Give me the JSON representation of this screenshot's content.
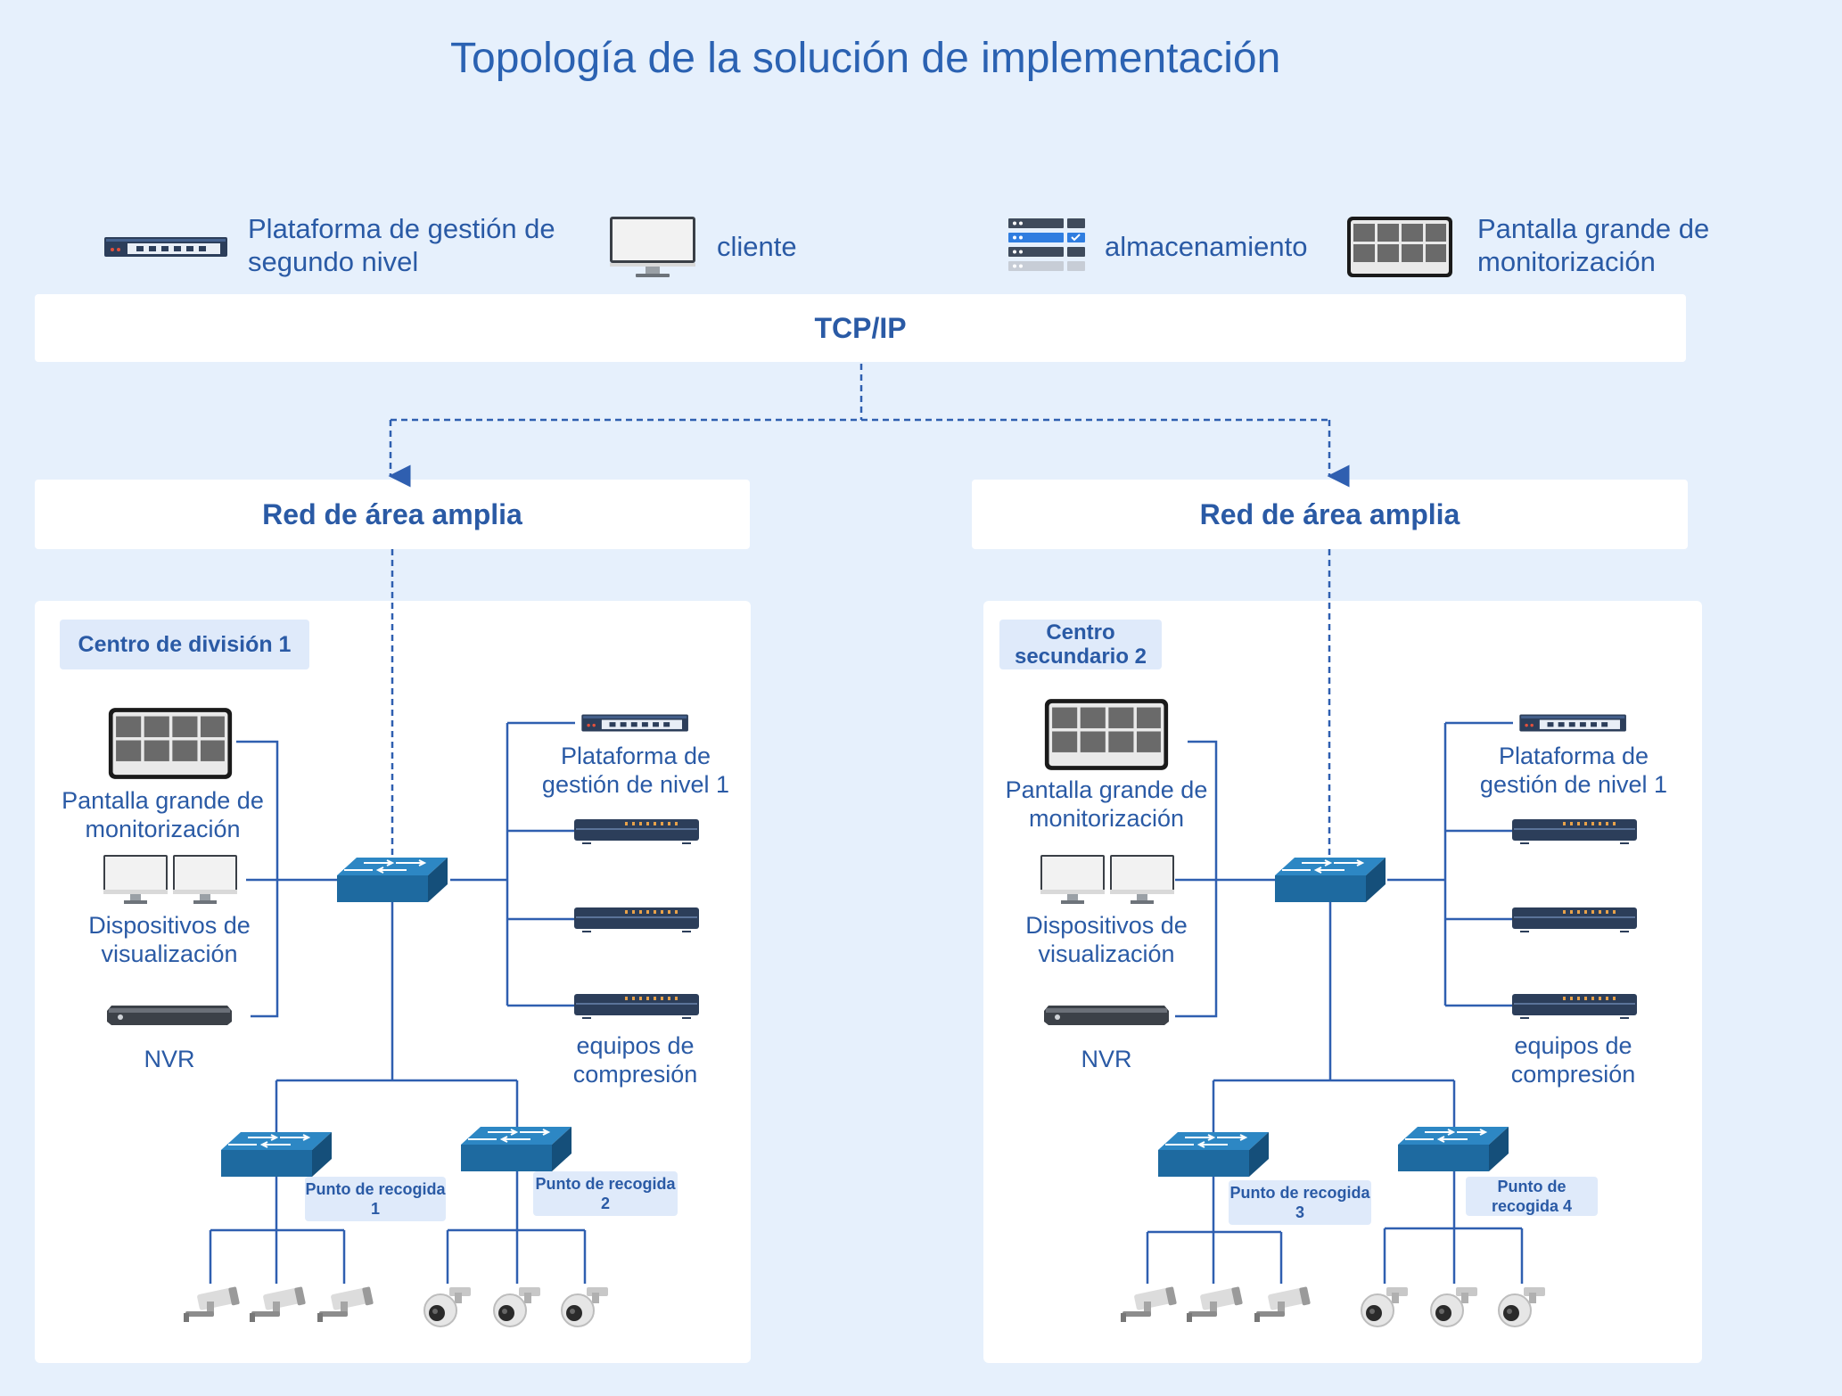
{
  "title": "Topología de la solución de implementación",
  "legend": {
    "platform": "Plataforma de gestión de segundo nivel",
    "client": "cliente",
    "storage": "almacenamiento",
    "display": "Pantalla grande de monitorización"
  },
  "tcpip": "TCP/IP",
  "wan_label": "Red de área amplia",
  "centers": [
    {
      "name": "Centro de división 1",
      "display_label": "Pantalla grande de monitorización",
      "viewer_label": "Dispositivos de visualización",
      "nvr_label": "NVR",
      "platform_label": "Plataforma de gestión de nivel 1",
      "compression_label": "equipos de compresión",
      "points": [
        "Punto de recogida 1",
        "Punto de recogida 2"
      ]
    },
    {
      "name": "Centro secundario 2",
      "display_label": "Pantalla grande de monitorización",
      "viewer_label": "Dispositivos de visualización",
      "nvr_label": "NVR",
      "platform_label": "Plataforma de gestión de nivel 1",
      "compression_label": "equipos de compresión",
      "points": [
        "Punto de recogida 3",
        "Punto de recogida 4"
      ]
    }
  ],
  "colors": {
    "line": "#2f5fb0",
    "text": "#2a5aa5",
    "background": "#e6f0fc",
    "switch": "#1e6aa0"
  }
}
